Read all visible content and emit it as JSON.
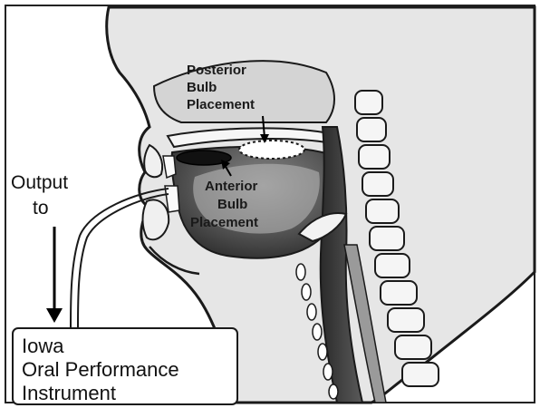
{
  "labels": {
    "posterior": [
      "Posterior",
      "Bulb",
      "Placement"
    ],
    "anterior": [
      "Anterior",
      "Bulb",
      "Placement"
    ],
    "output": [
      "Output",
      "to"
    ],
    "device": [
      "Iowa",
      "Oral Performance",
      "Instrument"
    ]
  },
  "colors": {
    "outline": "#1a1a1a",
    "skin": "#ececec",
    "tissue": "#d8d8d8",
    "cavity": "#3a3a3a",
    "bone": "#f4f4f4",
    "bulb": "#111111"
  }
}
